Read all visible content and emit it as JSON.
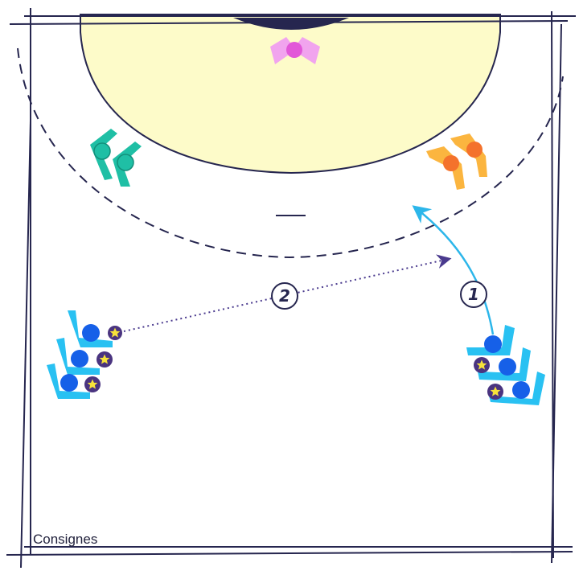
{
  "caption": "Consignes",
  "steps": [
    {
      "label": "1",
      "action": "run"
    },
    {
      "label": "2",
      "action": "pass"
    }
  ],
  "colors": {
    "lines": "#26264f",
    "goal_area": "#fdfbc9",
    "keeper": "#e257d8",
    "keeper_band": "#f1a4ee",
    "defender_teal": "#1fbfa5",
    "defender_teal_dark": "#138f7b",
    "defender_orange": "#f4722c",
    "defender_orange_band": "#fbb53f",
    "attacker": "#1660e8",
    "attacker_band": "#29c1f2",
    "ball": "#f7e33a",
    "ball_ring": "#4a3480",
    "run_arrow": "#2cb6ea",
    "pass_arrow": "#4a3a8e"
  },
  "icons": [
    "goalkeeper-icon",
    "defender-icon",
    "attacker-icon",
    "ball-icon",
    "run-arrow-icon",
    "pass-arrow-icon"
  ]
}
